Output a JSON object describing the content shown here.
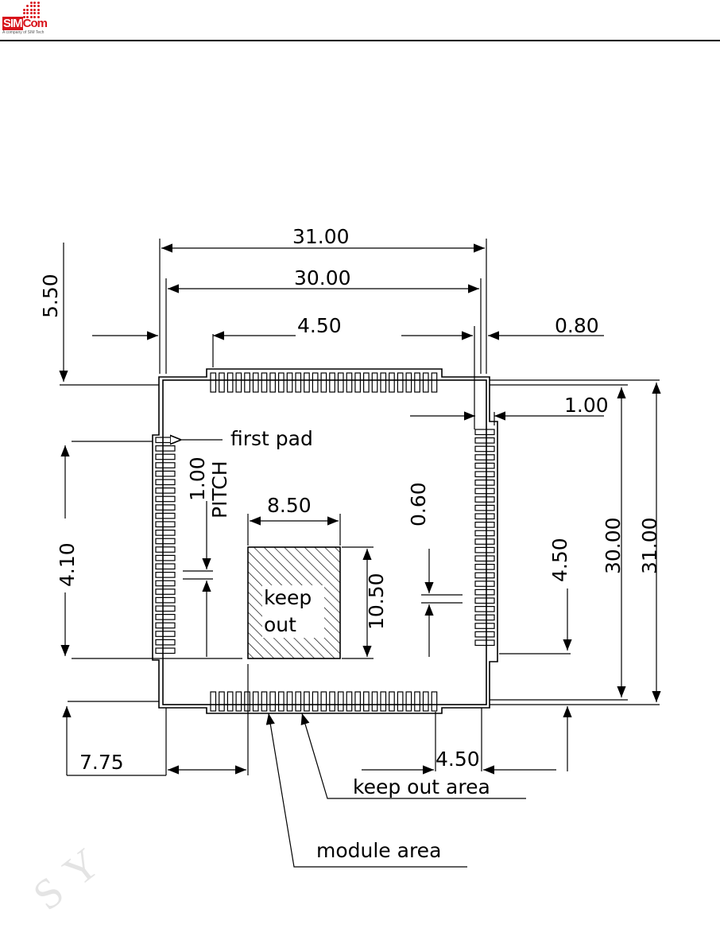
{
  "header": {
    "logo": {
      "brand_left": "SIM",
      "brand_right": "Com",
      "tagline": "A company of SIM Tech",
      "brand_color": "#d8131b"
    }
  },
  "diagram": {
    "dimensions": {
      "outer_width": "31.00",
      "inner_width": "30.00",
      "top_margin": "5.50",
      "top_pad_offset": "4.50",
      "right_gap": "0.80",
      "right_pad_gap": "1.00",
      "left_height": "4.10",
      "pitch_value": "1.00",
      "pitch_label": "PITCH",
      "keepout_width": "8.50",
      "keepout_height": "10.50",
      "pad_width": "0.60",
      "right_pad_offset": "4.50",
      "inner_height": "30.00",
      "outer_height": "31.00",
      "bottom_left": "7.75",
      "bottom_right": "4.50"
    },
    "labels": {
      "first_pad": "first pad",
      "keep_out_line1": "keep",
      "keep_out_line2": "out",
      "keep_out_area": "keep out area",
      "module_area": "module area"
    },
    "line_color": "#000000"
  },
  "watermark": {
    "text": "SY"
  }
}
